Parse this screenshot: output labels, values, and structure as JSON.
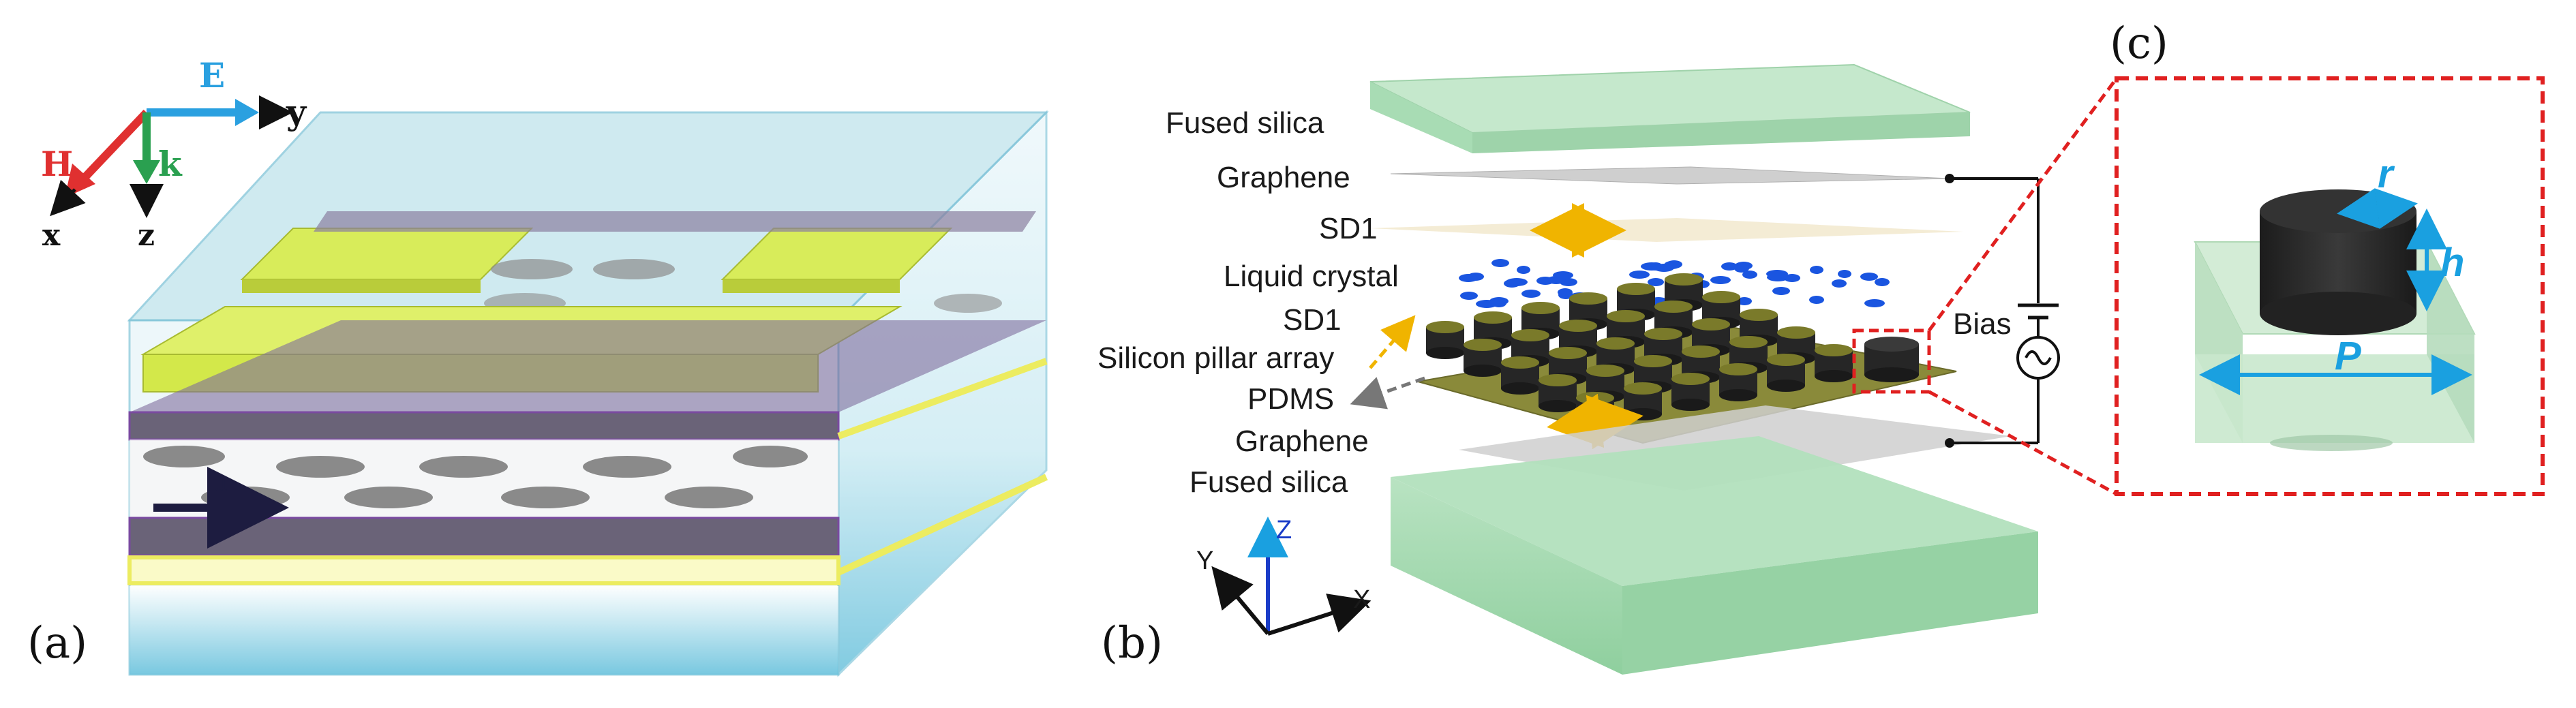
{
  "panels": {
    "a": {
      "tag": "(a)",
      "axes": {
        "E": "E",
        "H": "H",
        "k": "k",
        "x": "x",
        "y": "y",
        "z": "z"
      },
      "flow_marker": "u"
    },
    "b": {
      "tag": "(b)",
      "layers": {
        "fused_silica_top": "Fused silica",
        "graphene_top": "Graphene",
        "sd1_top": "SD1",
        "liquid_crystal": "Liquid crystal",
        "sd1_bottom": "SD1",
        "silicon_pillar_array": "Silicon pillar array",
        "pdms": "PDMS",
        "graphene_bottom": "Graphene",
        "fused_silica_bottom": "Fused silica"
      },
      "bias": "Bias",
      "axes": {
        "x": "X",
        "y": "Y",
        "z": "Z"
      }
    },
    "c": {
      "tag": "(c)",
      "params": {
        "r": "r",
        "h": "h",
        "P": "P"
      }
    }
  },
  "colors": {
    "callout_box": "#e02020",
    "dimension_arrows": "#1aa0e0",
    "alignment_arrows": "#f0b400",
    "liquid_crystal": "#1a55e0",
    "fused_silica": "#a8dcb4",
    "electrode_yellow": "#d8ec5a",
    "dark_layer": "#6a6378",
    "cover_blue": "#a8dcea"
  },
  "icons": [
    "ac-source-icon",
    "electric-field-arrow",
    "magnetic-field-arrow",
    "wave-vector-arrow"
  ]
}
